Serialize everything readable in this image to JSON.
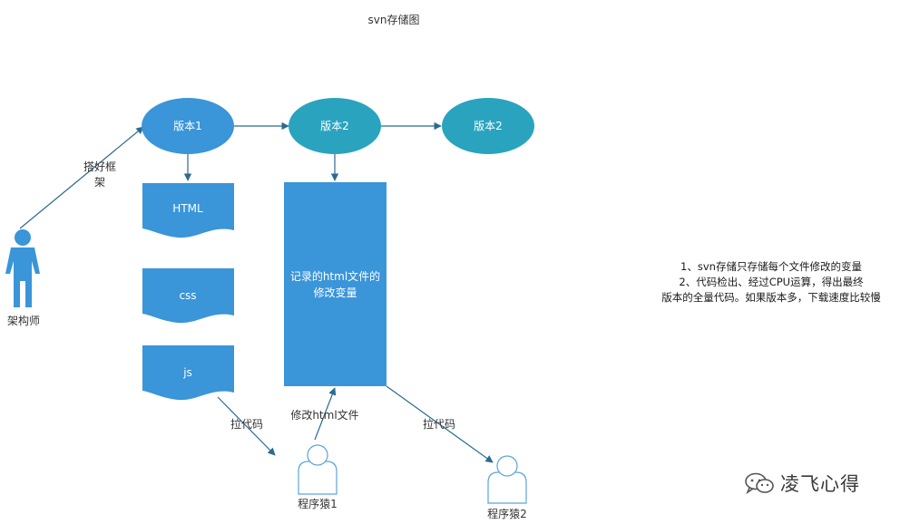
{
  "title": "svn存储图",
  "nodes": {
    "version1": "版本1",
    "version2a": "版本2",
    "version2b": "版本2",
    "html": "HTML",
    "css": "css",
    "js": "js",
    "record_line1": "记录的html文件的",
    "record_line2": "修改变量",
    "architect": "架构师",
    "programmer1": "程序猿1",
    "programmer2": "程序猿2"
  },
  "edges": {
    "setup_line1": "搭好框",
    "setup_line2": "架",
    "pull1": "拉代码",
    "modify": "修改html文件",
    "pull2": "拉代码"
  },
  "notes": {
    "line1": "1、svn存储只存储每个文件修改的变量",
    "line2": "2、代码检出、经过CPU运算，得出最终",
    "line3": "版本的全量代码。如果版本多，下载速度比较慢"
  },
  "watermark": {
    "text": "凌飞心得"
  },
  "colors": {
    "blue": "#3a95d9",
    "teal": "#2aa3bf",
    "edge": "#2b6b8f",
    "person_outline": "#5aa5d6"
  }
}
